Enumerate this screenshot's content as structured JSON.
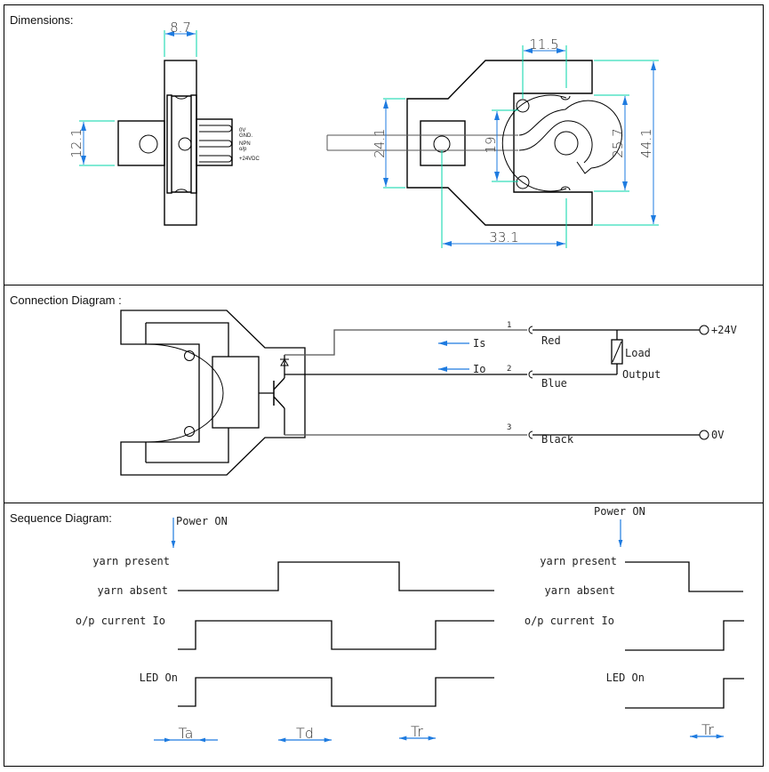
{
  "colors": {
    "line": "#000000",
    "extension": "#00d4a8",
    "arrow": "#1e7be0",
    "text": "#222222"
  },
  "dimensions": {
    "title": "Dimensions:",
    "side_view": {
      "width_dim": "8.7",
      "height_dim": "12.1",
      "pin_labels": [
        "0V",
        "GND.",
        "NPN",
        "o/p",
        "+24VDC"
      ]
    },
    "front_view": {
      "dims": {
        "slot_width": "11.5",
        "mount_height": "24.1",
        "hole_spacing": "19",
        "inner_height": "25.7",
        "overall_height": "44.1",
        "center_distance": "33.1"
      }
    }
  },
  "connection": {
    "title": "Connection Diagram :",
    "wires": [
      {
        "pin": "1",
        "color": "Red",
        "terminal": "+24V",
        "current": "Is"
      },
      {
        "pin": "2",
        "color": "Blue",
        "terminal": "",
        "current": "Io"
      },
      {
        "pin": "3",
        "color": "Black",
        "terminal": "0V",
        "current": ""
      }
    ],
    "load_label": "Load",
    "output_label": "Output"
  },
  "sequence": {
    "title": "Sequence Diagram:",
    "power_on_label": "Power ON",
    "signals": {
      "yarn_present": "yarn present",
      "yarn_absent": "yarn absent",
      "op_current": "o/p current Io",
      "led_on": "LED On"
    },
    "timing_labels": {
      "ta": "Ta",
      "td": "Td",
      "tr": "Tr"
    },
    "left_diagram": {
      "yarn": {
        "initial": "absent",
        "transitions": [
          "present",
          "absent"
        ]
      },
      "op_current": {
        "initial": "low",
        "transitions": [
          "high",
          "low",
          "high"
        ]
      },
      "led": {
        "initial": "off",
        "transitions": [
          "on",
          "off",
          "on"
        ]
      }
    },
    "right_diagram": {
      "yarn": {
        "initial": "present",
        "transitions": [
          "absent"
        ]
      },
      "op_current": {
        "initial": "low",
        "transitions": [
          "high"
        ]
      },
      "led": {
        "initial": "off",
        "transitions": [
          "on"
        ]
      }
    }
  }
}
